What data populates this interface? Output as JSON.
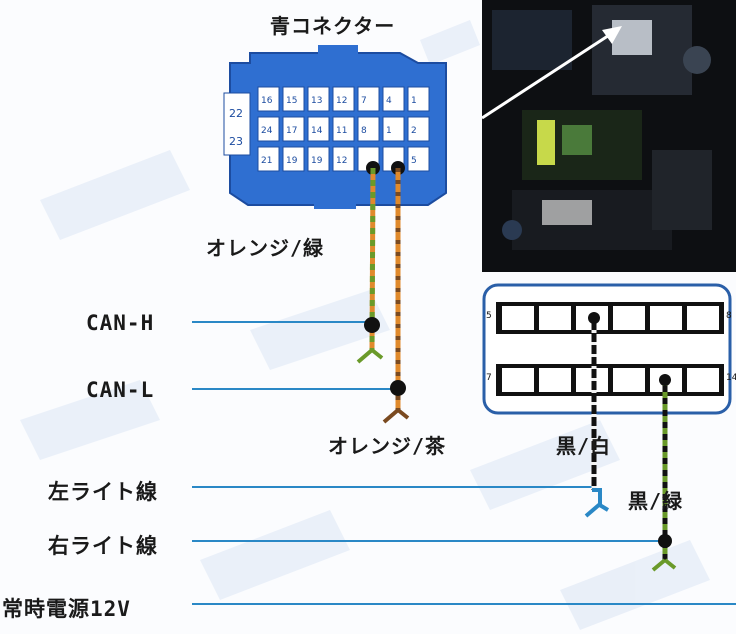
{
  "title": "青コネクター",
  "connector_blue": {
    "color": "#2f6fd1",
    "pins": {
      "top": [
        "16",
        "15",
        "13",
        "12",
        "7",
        "4",
        "1"
      ],
      "middle": [
        "24",
        "17",
        "14",
        "11",
        "8",
        "1",
        "2"
      ],
      "bottom": [
        "21",
        "19",
        "19",
        "12",
        "",
        "",
        "5"
      ],
      "side": [
        "22",
        "23"
      ]
    }
  },
  "wires": {
    "orange_green": "オレンジ/緑",
    "orange_brown": "オレンジ/茶",
    "black_white": "黒/白",
    "black_green": "黒/緑"
  },
  "signals": {
    "can_h": "CAN-H",
    "can_l": "CAN-L",
    "left_light": "左ライト線",
    "right_light": "右ライト線",
    "constant_power": "常時電源12V"
  },
  "connector_white": {
    "left_marks": [
      "5",
      "7"
    ],
    "right_marks": [
      "8",
      "14"
    ]
  },
  "colors": {
    "line": "#2a88c6",
    "orange": "#e08a2c",
    "green": "#6a9a2a",
    "brown": "#7a4a20",
    "black": "#111111",
    "white_wire": "#f2f2f2"
  }
}
